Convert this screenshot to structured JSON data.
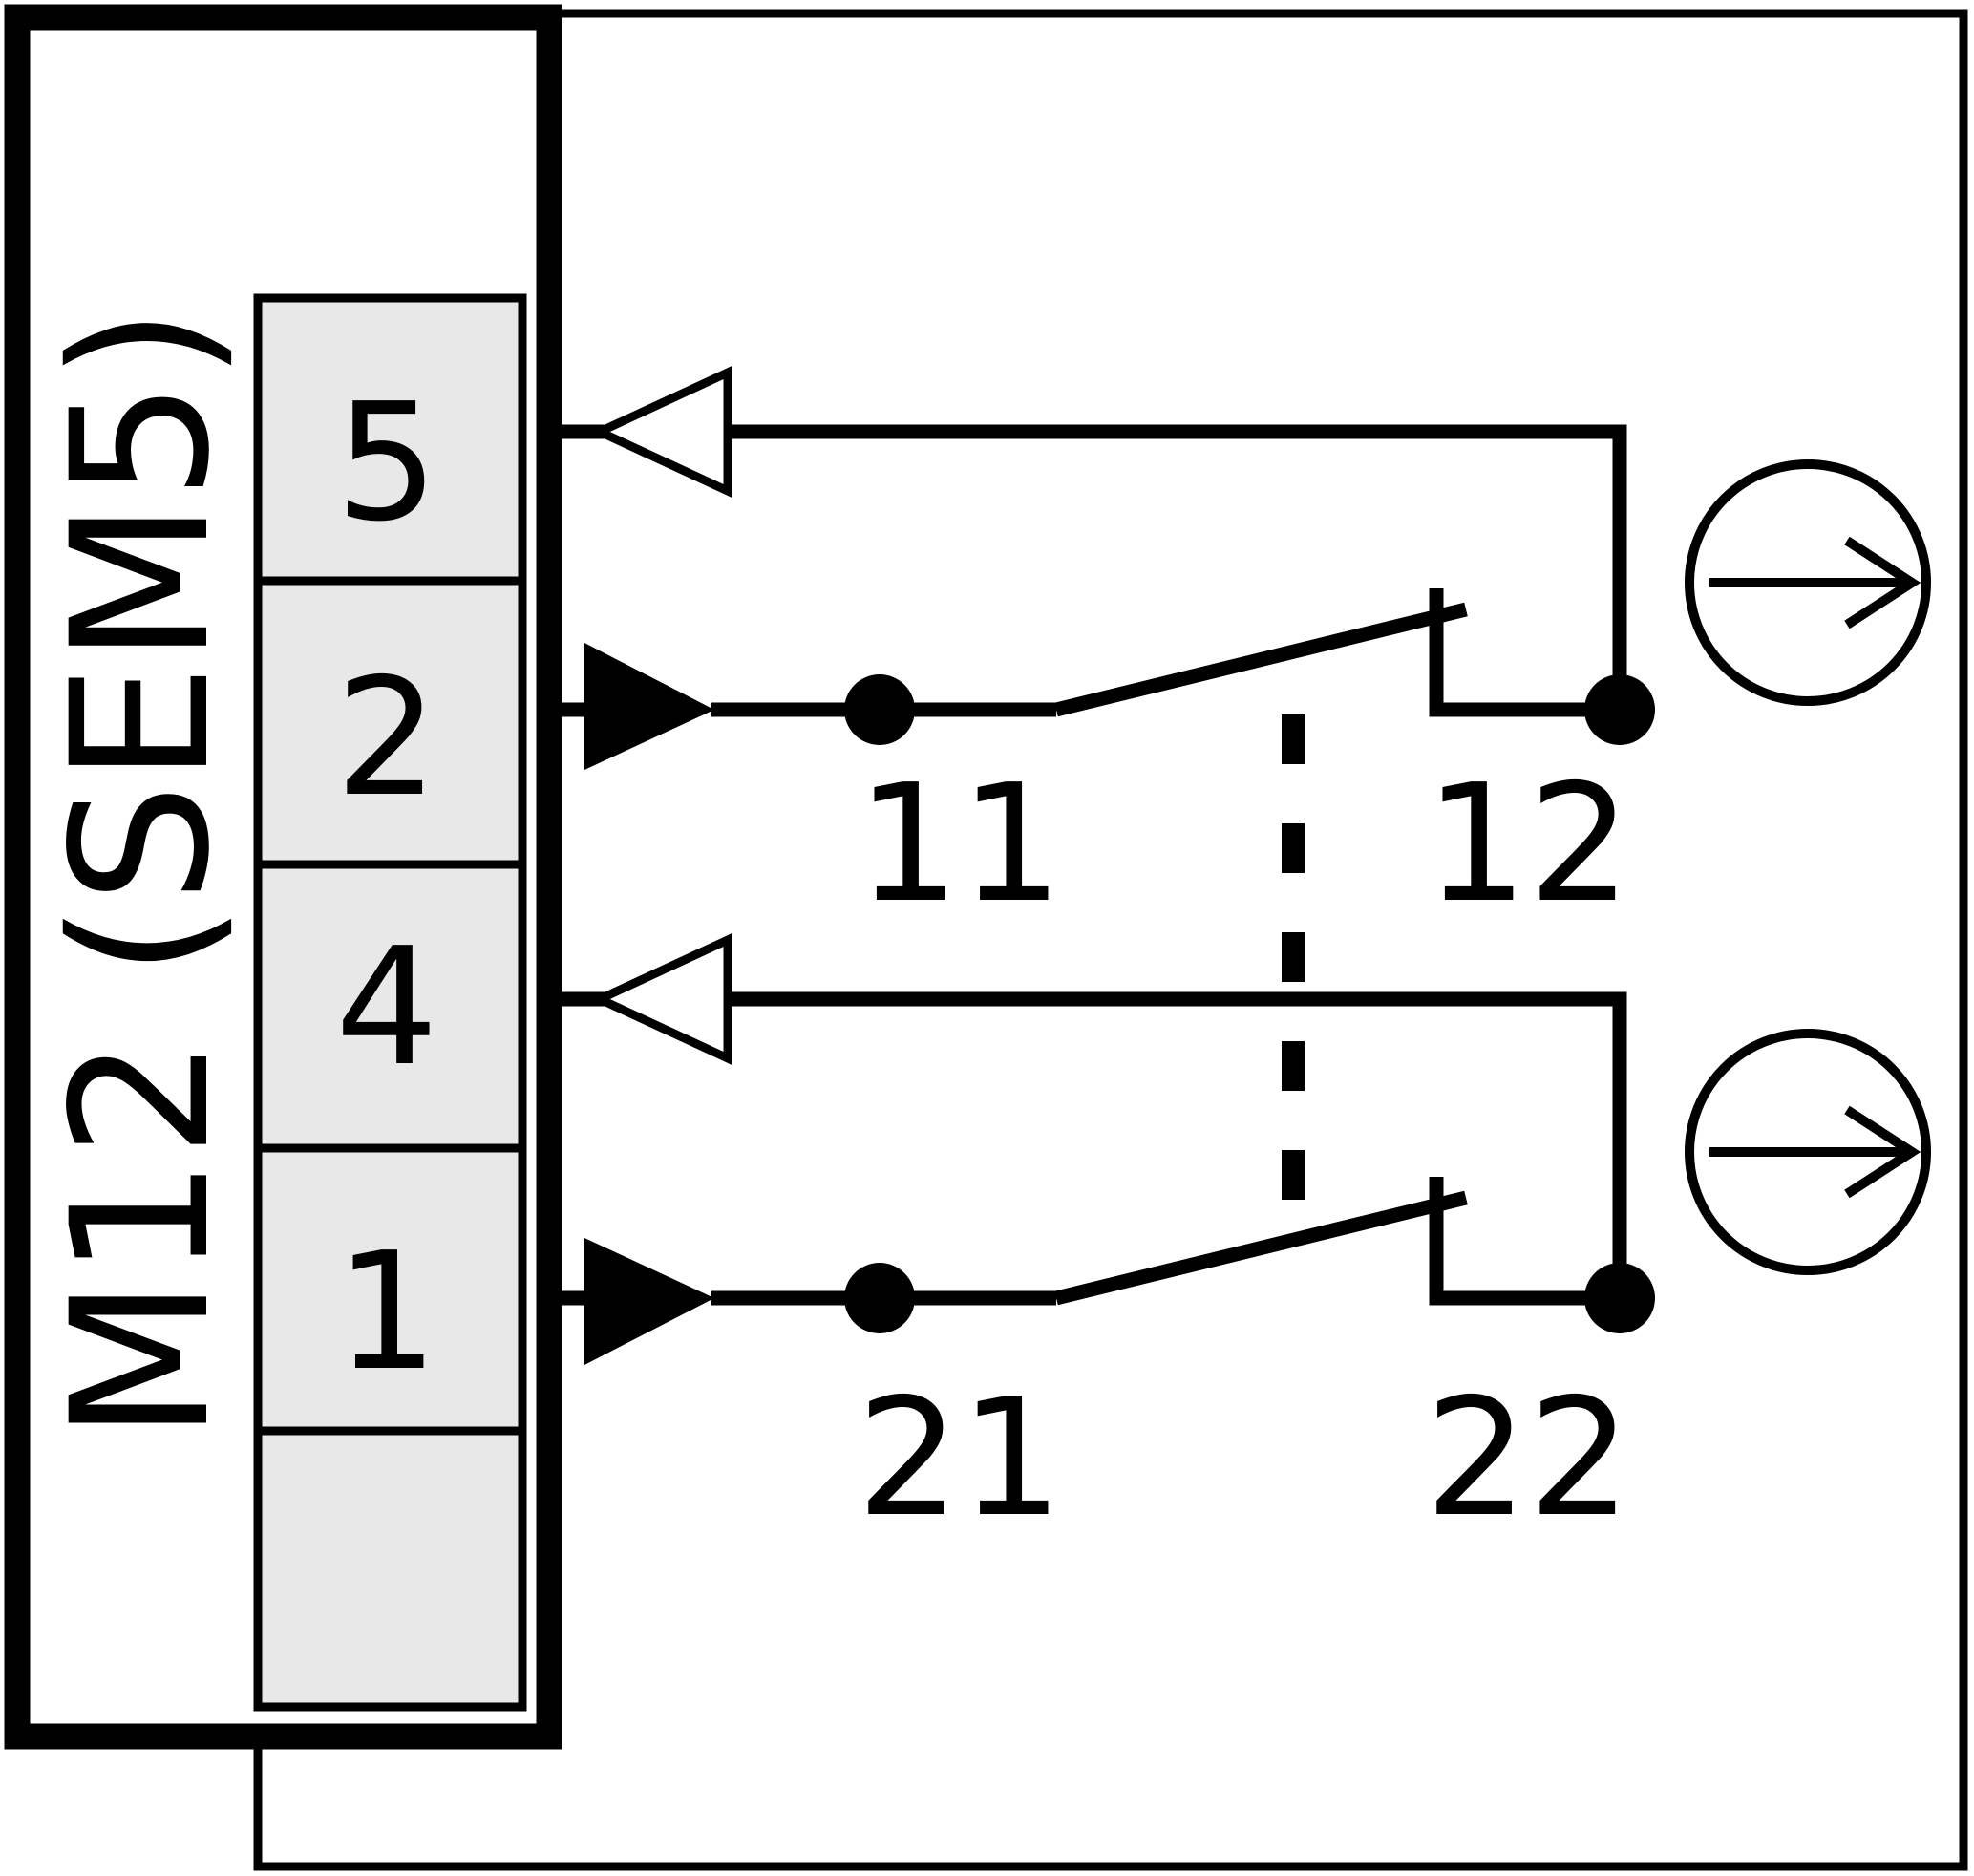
{
  "connector": {
    "label": "M12 (SEM5)",
    "pins": [
      {
        "label": "5"
      },
      {
        "label": "2"
      },
      {
        "label": "4"
      },
      {
        "label": "1"
      },
      {
        "label": ""
      }
    ]
  },
  "contacts": [
    {
      "terminal_a": "11",
      "terminal_b": "12"
    },
    {
      "terminal_a": "21",
      "terminal_b": "22"
    }
  ],
  "colors": {
    "line": "#000000",
    "pin_fill": "#e8e8e8",
    "background": "#ffffff"
  },
  "icons": [
    "positive-opening-icon",
    "positive-opening-icon"
  ]
}
